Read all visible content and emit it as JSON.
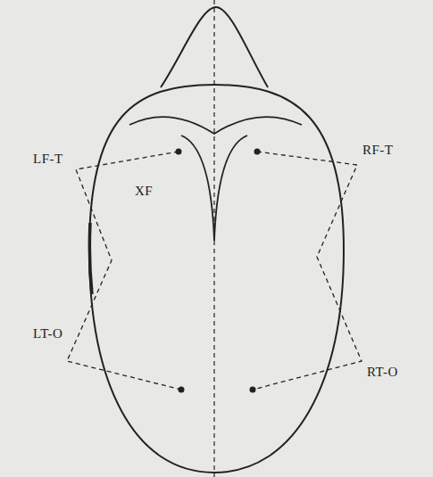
{
  "diagram": {
    "labels": [
      "LF-T",
      "RF-T",
      "XF",
      "LT-O",
      "RT-O"
    ]
  }
}
